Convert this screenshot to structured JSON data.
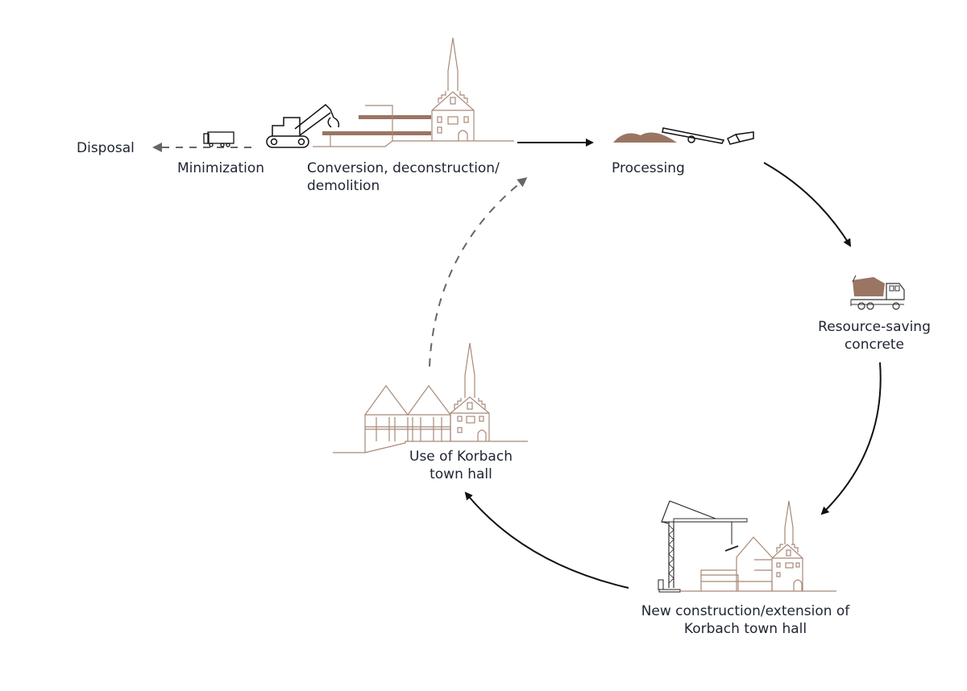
{
  "diagram": {
    "type": "cycle",
    "colors": {
      "text": "#1f2433",
      "arrow": "#111111",
      "dashed_arrow": "#666666",
      "building_line": "#a88878",
      "material_fill": "#9a7563"
    },
    "nodes": [
      {
        "id": "disposal",
        "label": "Disposal"
      },
      {
        "id": "minimization",
        "label": "Minimization"
      },
      {
        "id": "conversion",
        "label_line1": "Conversion, deconstruction/",
        "label_line2": "demolition"
      },
      {
        "id": "processing",
        "label": "Processing"
      },
      {
        "id": "concrete",
        "label_line1": "Resource-saving",
        "label_line2": "concrete"
      },
      {
        "id": "new_construction",
        "label_line1": "New construction/extension of",
        "label_line2": "Korbach town hall"
      },
      {
        "id": "use",
        "label_line1": "Use of Korbach",
        "label_line2": "town hall"
      }
    ],
    "edges": [
      {
        "from": "conversion",
        "to": "processing",
        "style": "solid"
      },
      {
        "from": "processing",
        "to": "concrete",
        "style": "solid"
      },
      {
        "from": "concrete",
        "to": "new_construction",
        "style": "solid"
      },
      {
        "from": "new_construction",
        "to": "use",
        "style": "solid"
      },
      {
        "from": "use",
        "to": "conversion",
        "style": "dashed"
      },
      {
        "from": "minimization",
        "to": "disposal",
        "style": "dashed"
      }
    ],
    "icons": [
      "truck-icon",
      "excavator-icon",
      "town-hall-demolition-icon",
      "rubble-conveyor-icon",
      "concrete-mixer-icon",
      "crane-construction-icon",
      "town-hall-in-use-icon"
    ]
  }
}
